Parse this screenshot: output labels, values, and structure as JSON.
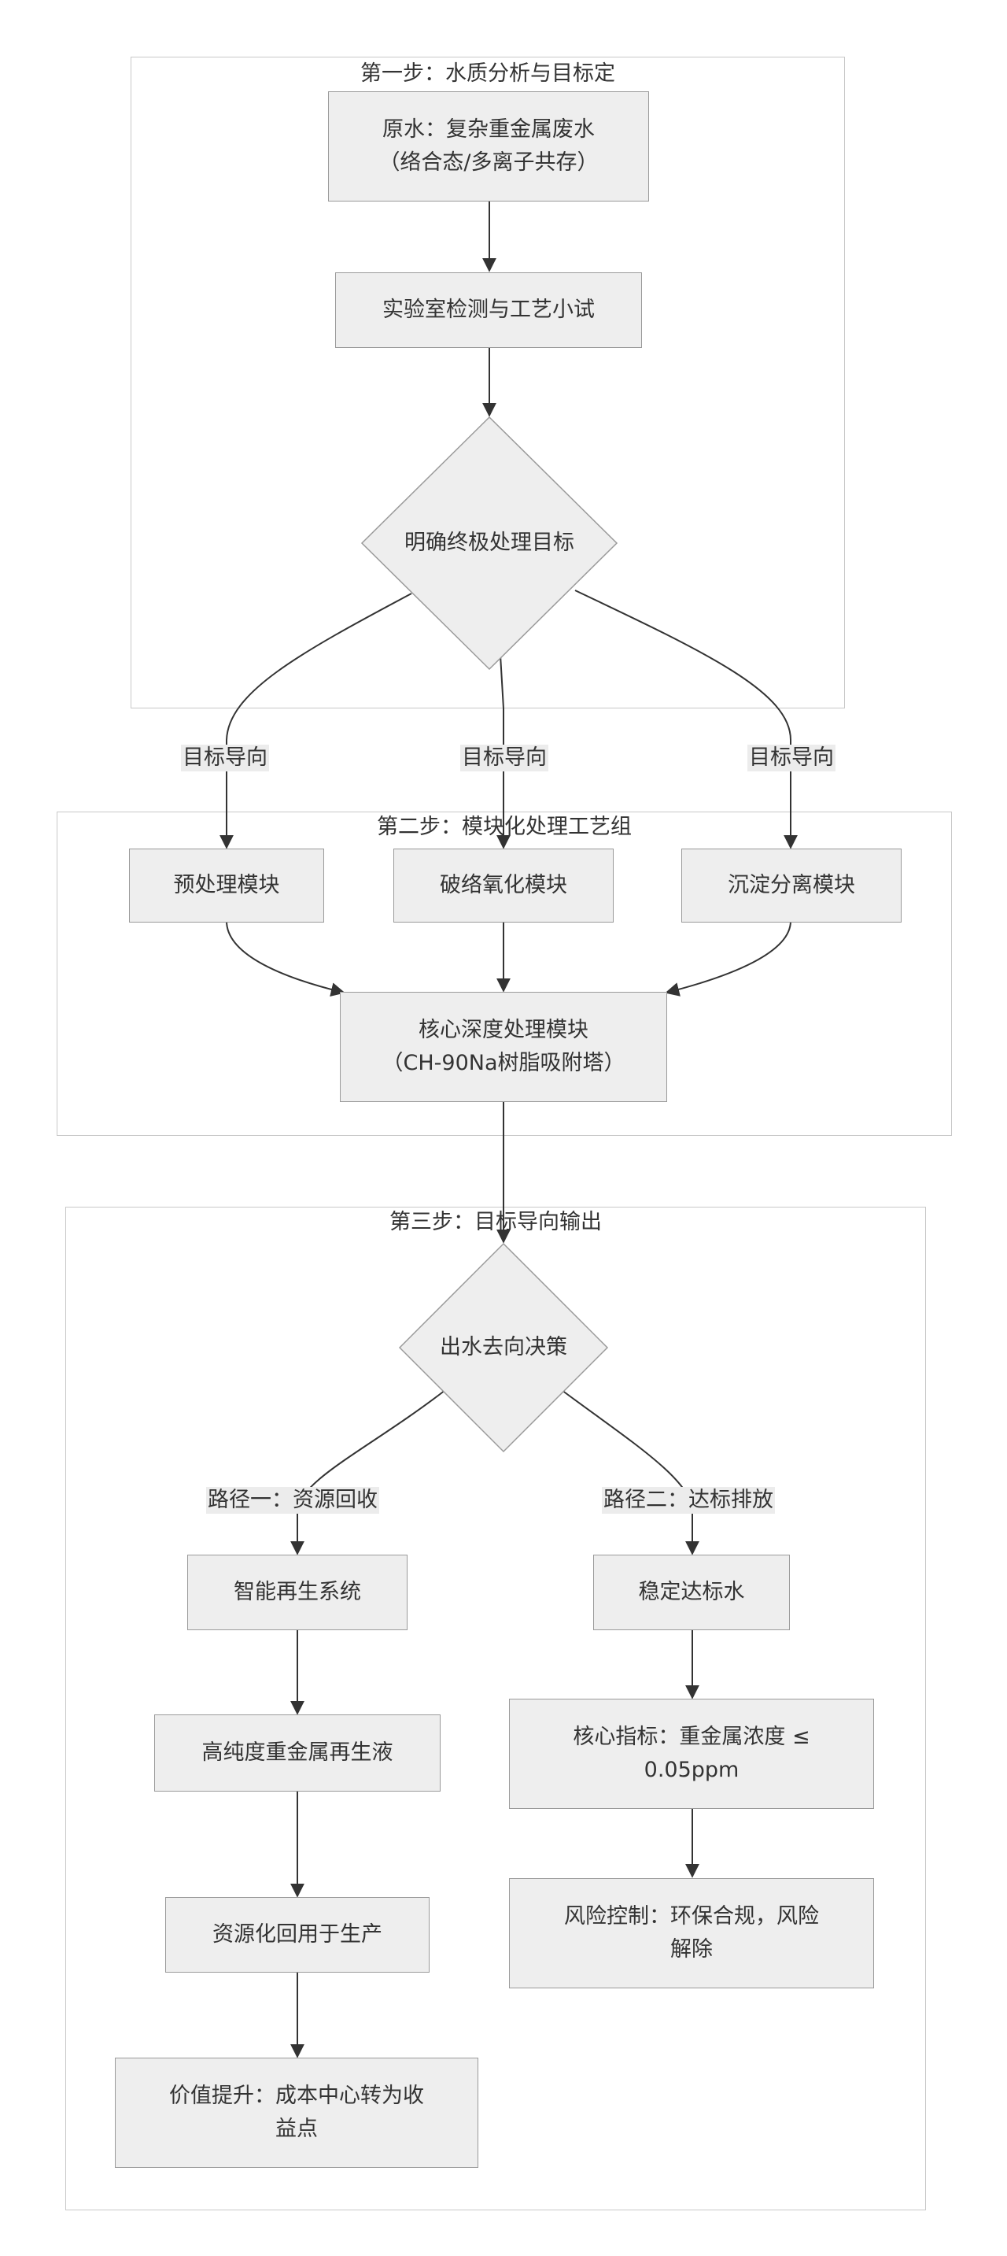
{
  "groups": {
    "step1": "第一步：水质分析与目标定",
    "step2": "第二步：模块化处理工艺组",
    "step3": "第三步：目标导向输出"
  },
  "nodes": {
    "raw_water_line1": "原水：复杂重金属废水",
    "raw_water_line2": "（络合态/多离子共存）",
    "lab_test": "实验室检测与工艺小试",
    "define_goal": "明确终极处理目标",
    "pretreatment": "预处理模块",
    "complex_break": "破络氧化模块",
    "sediment_sep": "沉淀分离模块",
    "core_line1": "核心深度处理模块",
    "core_line2": "（CH-90Na树脂吸附塔）",
    "outflow_decision": "出水去向决策",
    "smart_regen": "智能再生系统",
    "high_purity": "高纯度重金属再生液",
    "reuse": "资源化回用于生产",
    "value_line1": "价值提升：成本中心转为收",
    "value_line2": "益点",
    "stable_discharge": "稳定达标水",
    "core_index_line1": "核心指标：重金属浓度 ≤",
    "core_index_line2": "0.05ppm",
    "risk_line1": "风险控制：环保合规，风险",
    "risk_line2": "解除"
  },
  "edge_labels": {
    "goal_left": "目标导向",
    "goal_mid": "目标导向",
    "goal_right": "目标导向",
    "path_one": "路径一：资源回收",
    "path_two": "路径二：达标排放"
  },
  "colors": {
    "node_fill": "#eeeeee",
    "node_border": "#9a9a9a",
    "group_border": "#c8c8c8",
    "edge": "#333333",
    "label_bg": "#ececec"
  }
}
